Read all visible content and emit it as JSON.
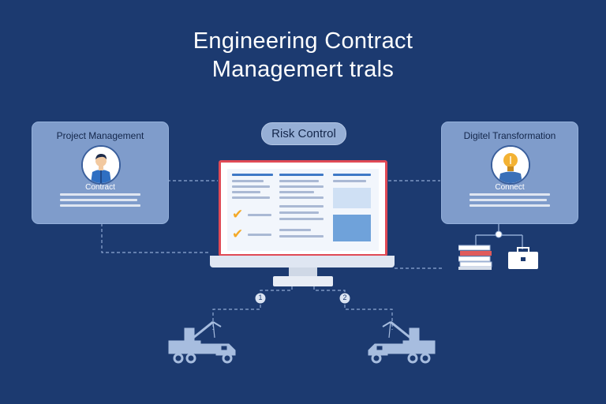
{
  "title": {
    "line1": "Engineering Contract",
    "line2": "Managemert trals"
  },
  "center": {
    "label": "Risk Control"
  },
  "cards": {
    "left": {
      "heading": "Project Management",
      "subheading": "Contract",
      "icon": "person-icon"
    },
    "right": {
      "heading": "Digitel Transformation",
      "subheading": "Connect",
      "icon": "lightbulb-icon"
    }
  },
  "connectors": {
    "left_node": "1",
    "right_node": "2"
  },
  "icons": [
    "monitor-icon",
    "document-stack-icon",
    "briefcase-icon",
    "crane-truck-icon",
    "check-icon"
  ],
  "colors": {
    "background": "#1c3a70",
    "card": "#7f9ccb",
    "accent_red": "#e04a55",
    "check": "#f3a928",
    "pill": "#96afd6"
  }
}
